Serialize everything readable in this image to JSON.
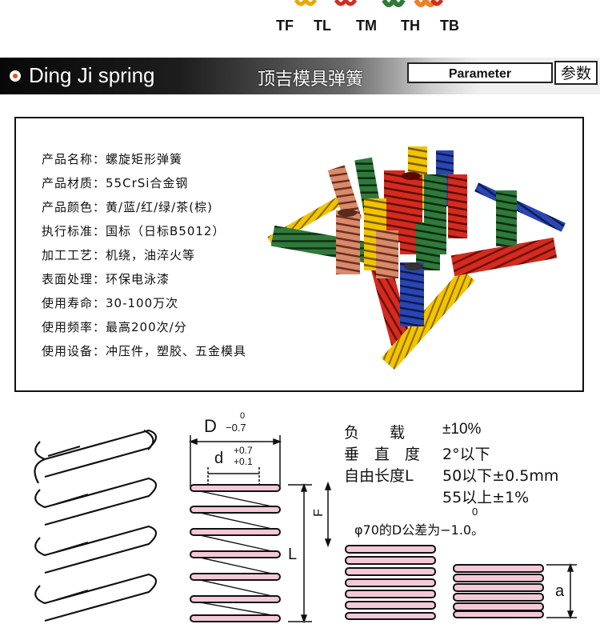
{
  "color_tags": [
    "TF",
    "TL",
    "TM",
    "TH",
    "TB"
  ],
  "tag_colors": [
    "#f2c400",
    "#1f3ea8",
    "#d42b1f",
    "#2f7a3a",
    "#e9822a"
  ],
  "header": {
    "brand": "Ding Ji spring",
    "brand_cn": "顶吉模具弹簧",
    "tab_en": "Parameter",
    "tab_cn": "参数"
  },
  "product_specs": [
    {
      "label": "产品名称：",
      "value": "螺旋矩形弹簧"
    },
    {
      "label": "产品材质：",
      "value": "55CrSi合金钢"
    },
    {
      "label": "产品颜色：",
      "value": "黄/蓝/红/绿/茶(棕)"
    },
    {
      "label": "执行标准：",
      "value": "国标（日标B5012）"
    },
    {
      "label": "加工工艺：",
      "value": "机绕，油淬火等"
    },
    {
      "label": "表面处理：",
      "value": "环保电泳漆"
    },
    {
      "label": "使用寿命：",
      "value": "30-100万次"
    },
    {
      "label": "使用频率：",
      "value": "最高200次/分"
    },
    {
      "label": "使用设备：",
      "value": "冲压件，塑胶、五金模具"
    }
  ],
  "diagram": {
    "D_label": "D",
    "D_tol_upper": "0",
    "D_tol_lower": "−0.7",
    "d_label": "d",
    "d_tol_upper": "+0.7",
    "d_tol_lower": "+0.1",
    "L_label": "L",
    "F_label": "F",
    "a_label": "a"
  },
  "tolerances": {
    "load_label": "负　　载",
    "load_value": "±10%",
    "perp_label": "垂　直　度",
    "perp_value": "2°以下",
    "free_length_label": "自由长度L",
    "free_length_value_1": "50以下±0.5mm",
    "free_length_value_2": "55以上±1%",
    "phi_note": "φ70的D公差为−1.0。",
    "phi_note_sup": "0"
  }
}
